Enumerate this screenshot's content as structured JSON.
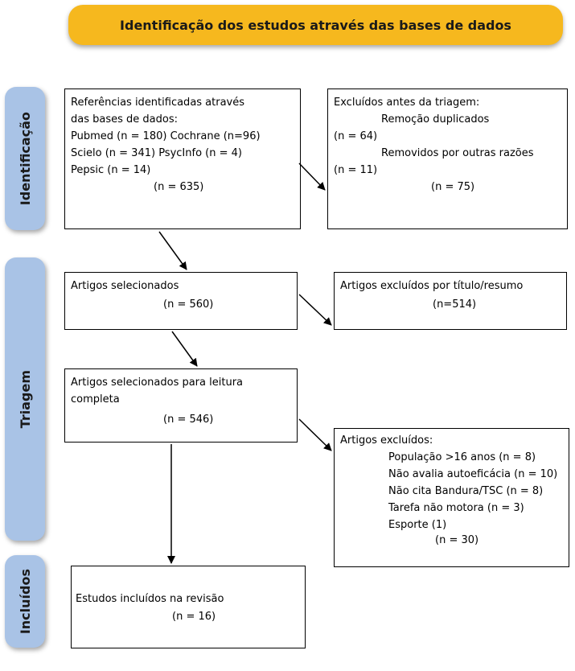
{
  "header": {
    "title": "Identificação dos estudos através das bases de dados"
  },
  "phases": {
    "identificacao": "Identificação",
    "triagem": "Triagem",
    "incluidos": "Incluídos"
  },
  "boxes": {
    "identified": {
      "line1": "Referências identificadas através",
      "line2": "das bases de dados:",
      "line3": "Pubmed (n = 180) Cochrane (n=96)",
      "line4": "Scielo (n = 341) PsycInfo (n = 4)",
      "line5": "Pepsic (n = 14)",
      "total": "(n = 635)"
    },
    "excluded_before": {
      "title": "Excluídos antes da triagem:",
      "dup_label": "Remoção duplicados",
      "dup_n": "(n = 64)",
      "other_label": "Removidos por outras razões",
      "other_n": "(n = 11)",
      "total": "(n = 75)"
    },
    "selected": {
      "title": "Artigos selecionados",
      "n": "(n = 560)"
    },
    "excluded_title": {
      "title": "Artigos excluídos por título/resumo",
      "n": "(n=514)"
    },
    "full_read": {
      "line1": "Artigos selecionados para leitura",
      "line2": "completa",
      "n": "(n = 546)"
    },
    "excluded_full": {
      "title": "Artigos excluídos:",
      "r1": "População >16 anos (n = 8)",
      "r2": "Não avalia autoeficácia (n = 10)",
      "r3": "Não cita Bandura/TSC (n = 8)",
      "r4": "Tarefa não motora (n = 3)",
      "r5": "Esporte (1)",
      "total": "(n = 30)"
    },
    "included": {
      "title": "Estudos incluídos na revisão",
      "n": "(n = 16)"
    }
  }
}
